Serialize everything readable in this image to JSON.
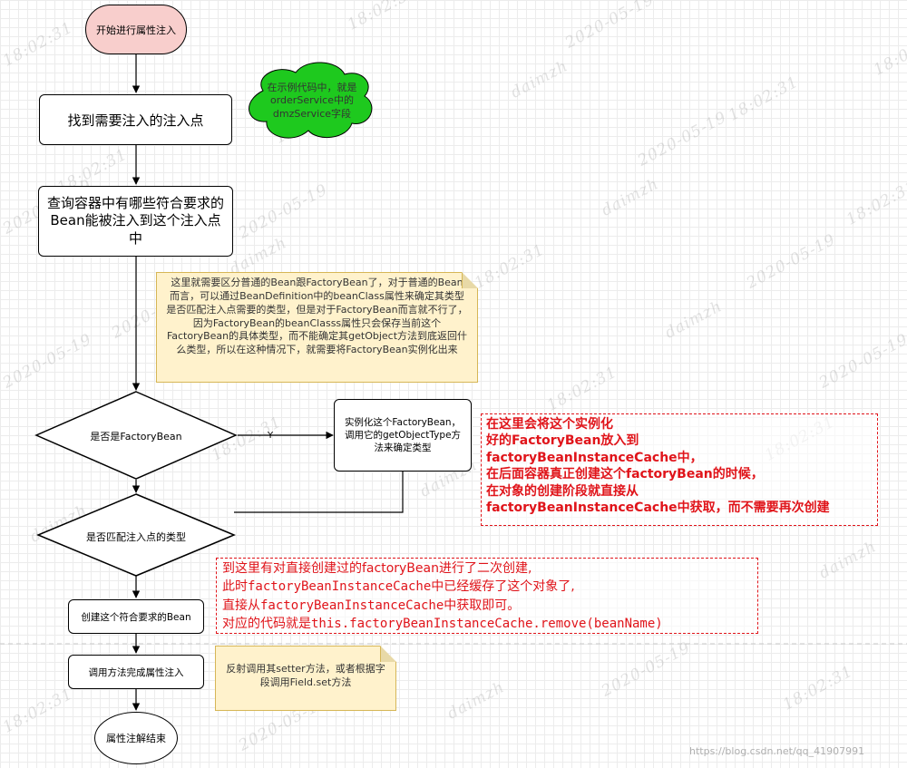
{
  "flow": {
    "start": "开始进行属性注入",
    "find_points": "找到需要注入的注入点",
    "query_container": "查询容器中有哪些符合要求的Bean能被注入到这个注入点中",
    "is_factory_bean": "是否是FactoryBean",
    "yes_label": "Y",
    "instantiate_factory_bean": "实例化这个FactoryBean，调用它的getObjectType方法来确定类型",
    "matches_type": "是否匹配注入点的类型",
    "create_bean": "创建这个符合要求的Bean",
    "invoke_inject": "调用方法完成属性注入",
    "end": "属性注解结束"
  },
  "cloud_note": "在示例代码中，就是orderService中的dmzService字段",
  "factory_bean_note": "这里就需要区分普通的Bean跟FactoryBean了，对于普通的Bean而言，可以通过BeanDefinition中的beanClass属性来确定其类型是否匹配注入点需要的类型，但是对于FactoryBean而言就不行了，因为FactoryBean的beanClasss属性只会保存当前这个FactoryBean的具体类型，而不能确定其getObject方法到底返回什么类型，所以在这种情况下，就需要将FactoryBean实例化出来",
  "reflect_note": "反射调用其setter方法，或者根据字段调用Field.set方法",
  "red_note_1": {
    "lines": [
      "在这里会将这个实例化",
      "好的FactoryBean放入到",
      "factoryBeanInstanceCache中，",
      "在后面容器真正创建这个factoryBean的时候，",
      "在对象的创建阶段就直接从",
      "factoryBeanInstanceCache中获取，而不需要再次创建"
    ]
  },
  "red_note_2": {
    "line1": "到这里有对直接创建过的factoryBean进行了二次创建,",
    "line2_prefix": "此时",
    "line2_code": "factoryBeanInstanceCache",
    "line2_suffix": "中已经缓存了这个对象了,",
    "line3_prefix": "直接从",
    "line3_code": "factoryBeanInstanceCache",
    "line3_suffix": "中获取即可。",
    "line4_prefix": "对应的代码就是",
    "line4_code": "this.factoryBeanInstanceCache.remove(beanName)"
  },
  "watermark": {
    "date": "2020-05-19",
    "time": "18:02:31",
    "user": "daimzh"
  },
  "csdn_url": "https://blog.csdn.net/qq_41907991",
  "colors": {
    "start_fill": "#f8cecc",
    "cloud_fill": "#1ec91e",
    "note_fill": "#fff2cc",
    "red": "#e0141a"
  }
}
